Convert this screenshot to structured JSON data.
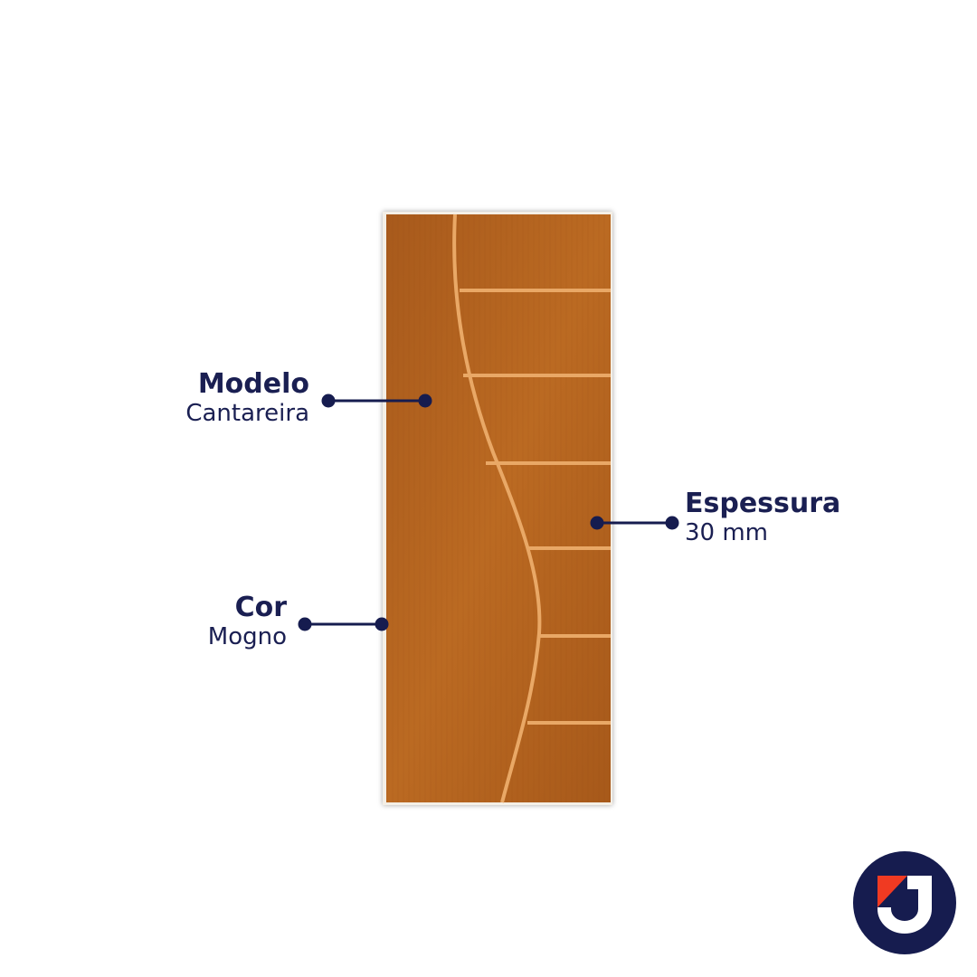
{
  "specs": {
    "modelo": {
      "title": "Modelo",
      "value": "Cantareira"
    },
    "cor": {
      "title": "Cor",
      "value": "Mogno"
    },
    "espessura": {
      "title": "Espessura",
      "value": "30 mm"
    }
  },
  "colors": {
    "navy": "#161c4f",
    "accent_red": "#f03a22",
    "wood": "#b5651e"
  },
  "logo": {
    "name": "brand-logo-j"
  }
}
